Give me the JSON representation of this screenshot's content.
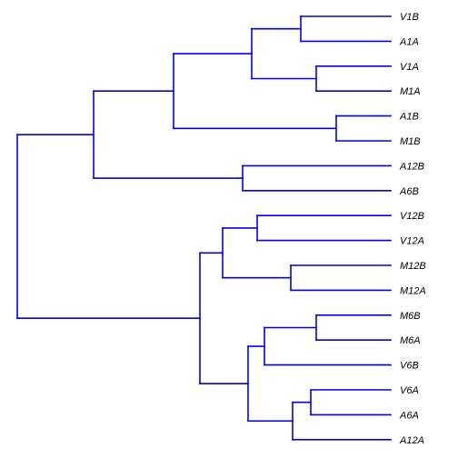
{
  "colors": {
    "branch": "#0000ee",
    "label": "#000000",
    "background": "#ffffff"
  },
  "tree": {
    "label_style": "italic",
    "leaves": [
      "V1B",
      "A1A",
      "V1A",
      "M1A",
      "A1B",
      "M1B",
      "A12B",
      "A6B",
      "V12B",
      "V12A",
      "M12B",
      "M12A",
      "M6B",
      "M6A",
      "V6B",
      "V6A",
      "A6A",
      "A12A"
    ],
    "clusters": [
      [
        "V1B",
        "A1A"
      ],
      [
        "V1A",
        "M1A"
      ],
      [
        [
          "V1B",
          "A1A"
        ],
        [
          "V1A",
          "M1A"
        ]
      ],
      [
        "A1B",
        "M1B"
      ],
      [
        [
          [
            "V1B",
            "A1A"
          ],
          [
            "V1A",
            "M1A"
          ]
        ],
        [
          "A1B",
          "M1B"
        ]
      ],
      [
        "A12B",
        "A6B"
      ],
      [
        "V12B",
        "V12A"
      ],
      [
        "M12B",
        "M12A"
      ],
      [
        [
          "V12B",
          "V12A"
        ],
        [
          "M12B",
          "M12A"
        ]
      ],
      [
        "M6B",
        "M6A"
      ],
      [
        [
          "M6B",
          "M6A"
        ],
        "V6B"
      ],
      [
        "V6A",
        "A6A"
      ],
      [
        [
          "V6A",
          "A6A"
        ],
        "A12A"
      ]
    ]
  }
}
